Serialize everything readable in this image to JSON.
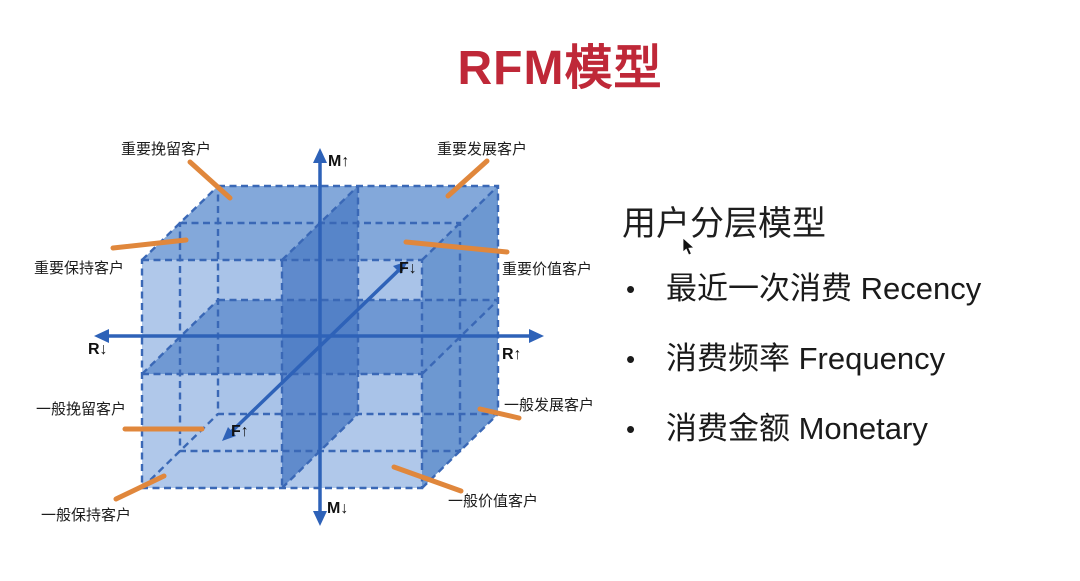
{
  "title": {
    "text": "RFM模型",
    "color": "#bf2838"
  },
  "diagram": {
    "segment_labels": {
      "top_left": "重要挽留客户",
      "top_right": "重要发展客户",
      "mid_left": "重要保持客户",
      "mid_right": "重要价值客户",
      "lower_left": "一般挽留客户",
      "lower_right": "一般发展客户",
      "bottom_left": "一般保持客户",
      "bottom_right": "一般价值客户"
    },
    "axis_labels": {
      "m_up": "M↑",
      "m_down": "M↓",
      "r_down": "R↓",
      "r_up": "R↑",
      "f_down": "F↓",
      "f_up": "F↑"
    },
    "colors": {
      "cube_light": "#a9c3e8",
      "cube_medium": "#83a8da",
      "cube_dark": "#4c7cc4",
      "dashed_edge": "#3a68b6",
      "axis": "#2e62b8",
      "connector": "#e0873c"
    }
  },
  "panel": {
    "heading": "用户分层模型",
    "bullet_char": "•",
    "bullets": [
      {
        "text": "最近一次消费 Recency"
      },
      {
        "text": "消费频率 Frequency"
      },
      {
        "text": "消费金额 Monetary"
      }
    ]
  }
}
